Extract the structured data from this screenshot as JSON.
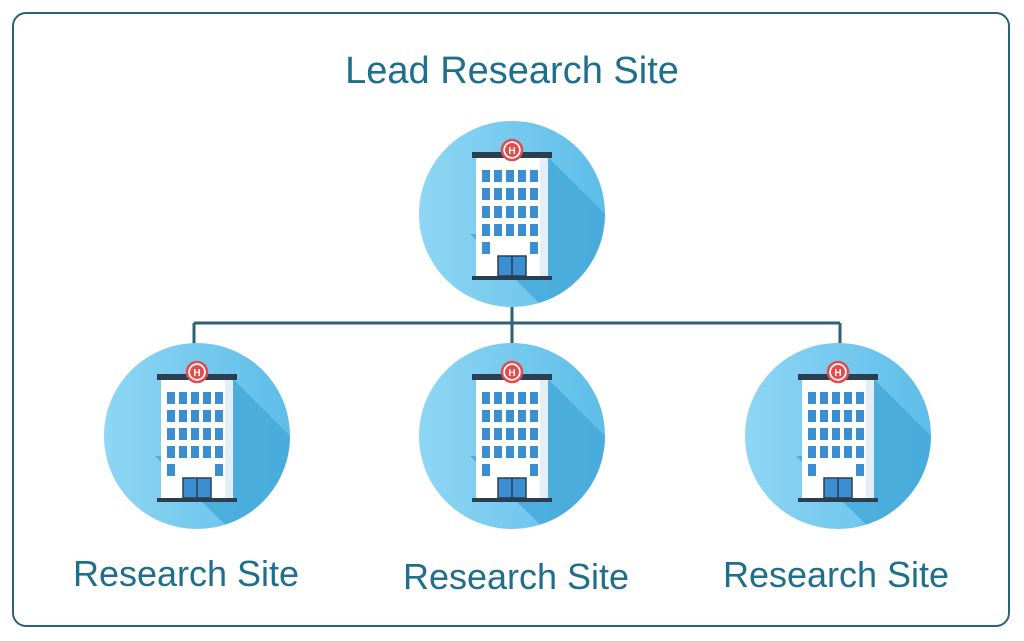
{
  "title": "Lead Research Site",
  "nodes": {
    "lead": {
      "label": "Lead Research Site",
      "icon": "hospital-building-icon"
    },
    "sites": [
      {
        "label": "Research Site",
        "icon": "hospital-building-icon"
      },
      {
        "label": "Research Site",
        "icon": "hospital-building-icon"
      },
      {
        "label": "Research Site",
        "icon": "hospital-building-icon"
      }
    ]
  },
  "colors": {
    "frame": "#2e6177",
    "label_text": "#1f6e8c",
    "circle": "#5dbde8",
    "circle_light": "#8fd6f4",
    "shadow": "#45a9d9",
    "connector": "#2e6177",
    "building_outline": "#2b3f52",
    "window": "#3b8fd1",
    "hospital_badge": "#e24c4c"
  }
}
